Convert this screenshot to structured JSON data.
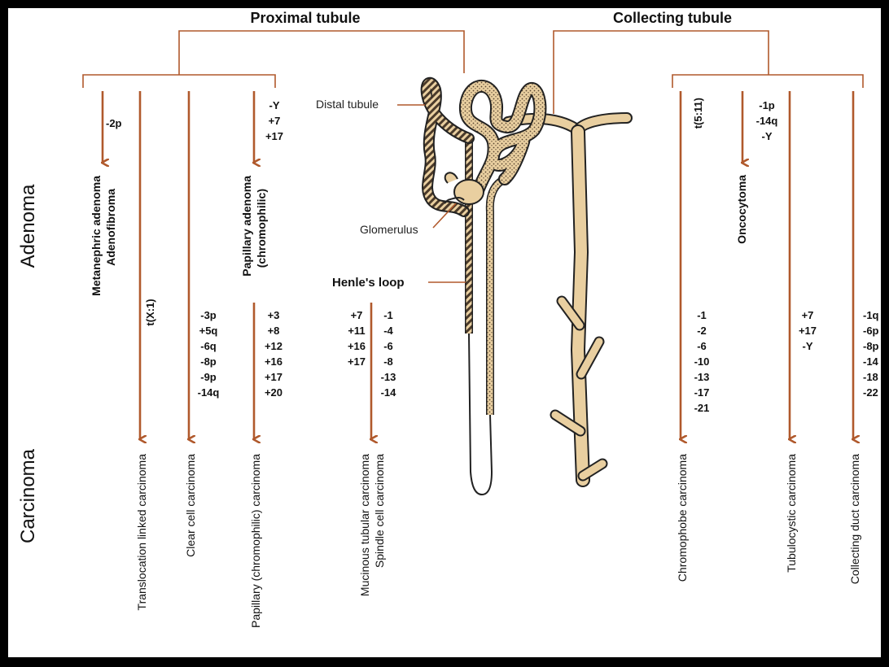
{
  "headers": {
    "proximal": "Proximal tubule",
    "collecting": "Collecting tubule"
  },
  "sections": {
    "adenoma": "Adenoma",
    "carcinoma": "Carcinoma"
  },
  "anatomy": {
    "distal_tubule": "Distal tubule",
    "glomerulus": "Glomerulus",
    "henles_loop": "Henle's loop"
  },
  "tumors": {
    "metanephric": {
      "adenoma_lines": [
        "Metanephric adenoma",
        "Adenofibroma"
      ],
      "changes": [
        "-2p"
      ]
    },
    "translocation": {
      "label": "Translocation linked carcinoma",
      "translocation": "t(X:1)"
    },
    "clear_cell": {
      "label": "Clear cell carcinoma",
      "changes": [
        "-3p",
        "+5q",
        "-6q",
        "-8p",
        "-9p",
        "-14q"
      ]
    },
    "papillary": {
      "adenoma_lines": [
        "Papillary adenoma",
        "(chromophilic)"
      ],
      "adenoma_changes": [
        "-Y",
        "+7",
        "+17"
      ],
      "label": "Papillary (chromophilic) carcinoma",
      "changes": [
        "+3",
        "+8",
        "+12",
        "+16",
        "+17",
        "+20"
      ]
    },
    "mucinous": {
      "label_lines": [
        "Mucinous tubular carcinoma",
        "Spindle cell carcinoma"
      ],
      "changes_left": [
        "+7",
        "+11",
        "+16",
        "+17"
      ],
      "changes_right": [
        "-1",
        "-4",
        "-6",
        "-8",
        "-13",
        "-14"
      ]
    },
    "chromophobe": {
      "label": "Chromophobe carcinoma",
      "translocation": "t(5:11)",
      "changes": [
        "-1",
        "-2",
        "-6",
        "-10",
        "-13",
        "-17",
        "-21"
      ]
    },
    "oncocytoma": {
      "label": "Oncocytoma",
      "changes": [
        "-1p",
        "-14q",
        "-Y"
      ]
    },
    "tubulocystic": {
      "label": "Tubulocystic carcinoma",
      "changes": [
        "+7",
        "+17",
        "-Y"
      ]
    },
    "collecting_duct": {
      "label": "Collecting duct carcinoma",
      "changes": [
        "-1q",
        "-6p",
        "-8p",
        "-14",
        "-18",
        "-22"
      ]
    }
  },
  "colors": {
    "arrow": "#b0592c",
    "tubule_fill": "#e9cfa0",
    "tubule_dots": "#5a4632",
    "frame": "#000000"
  }
}
